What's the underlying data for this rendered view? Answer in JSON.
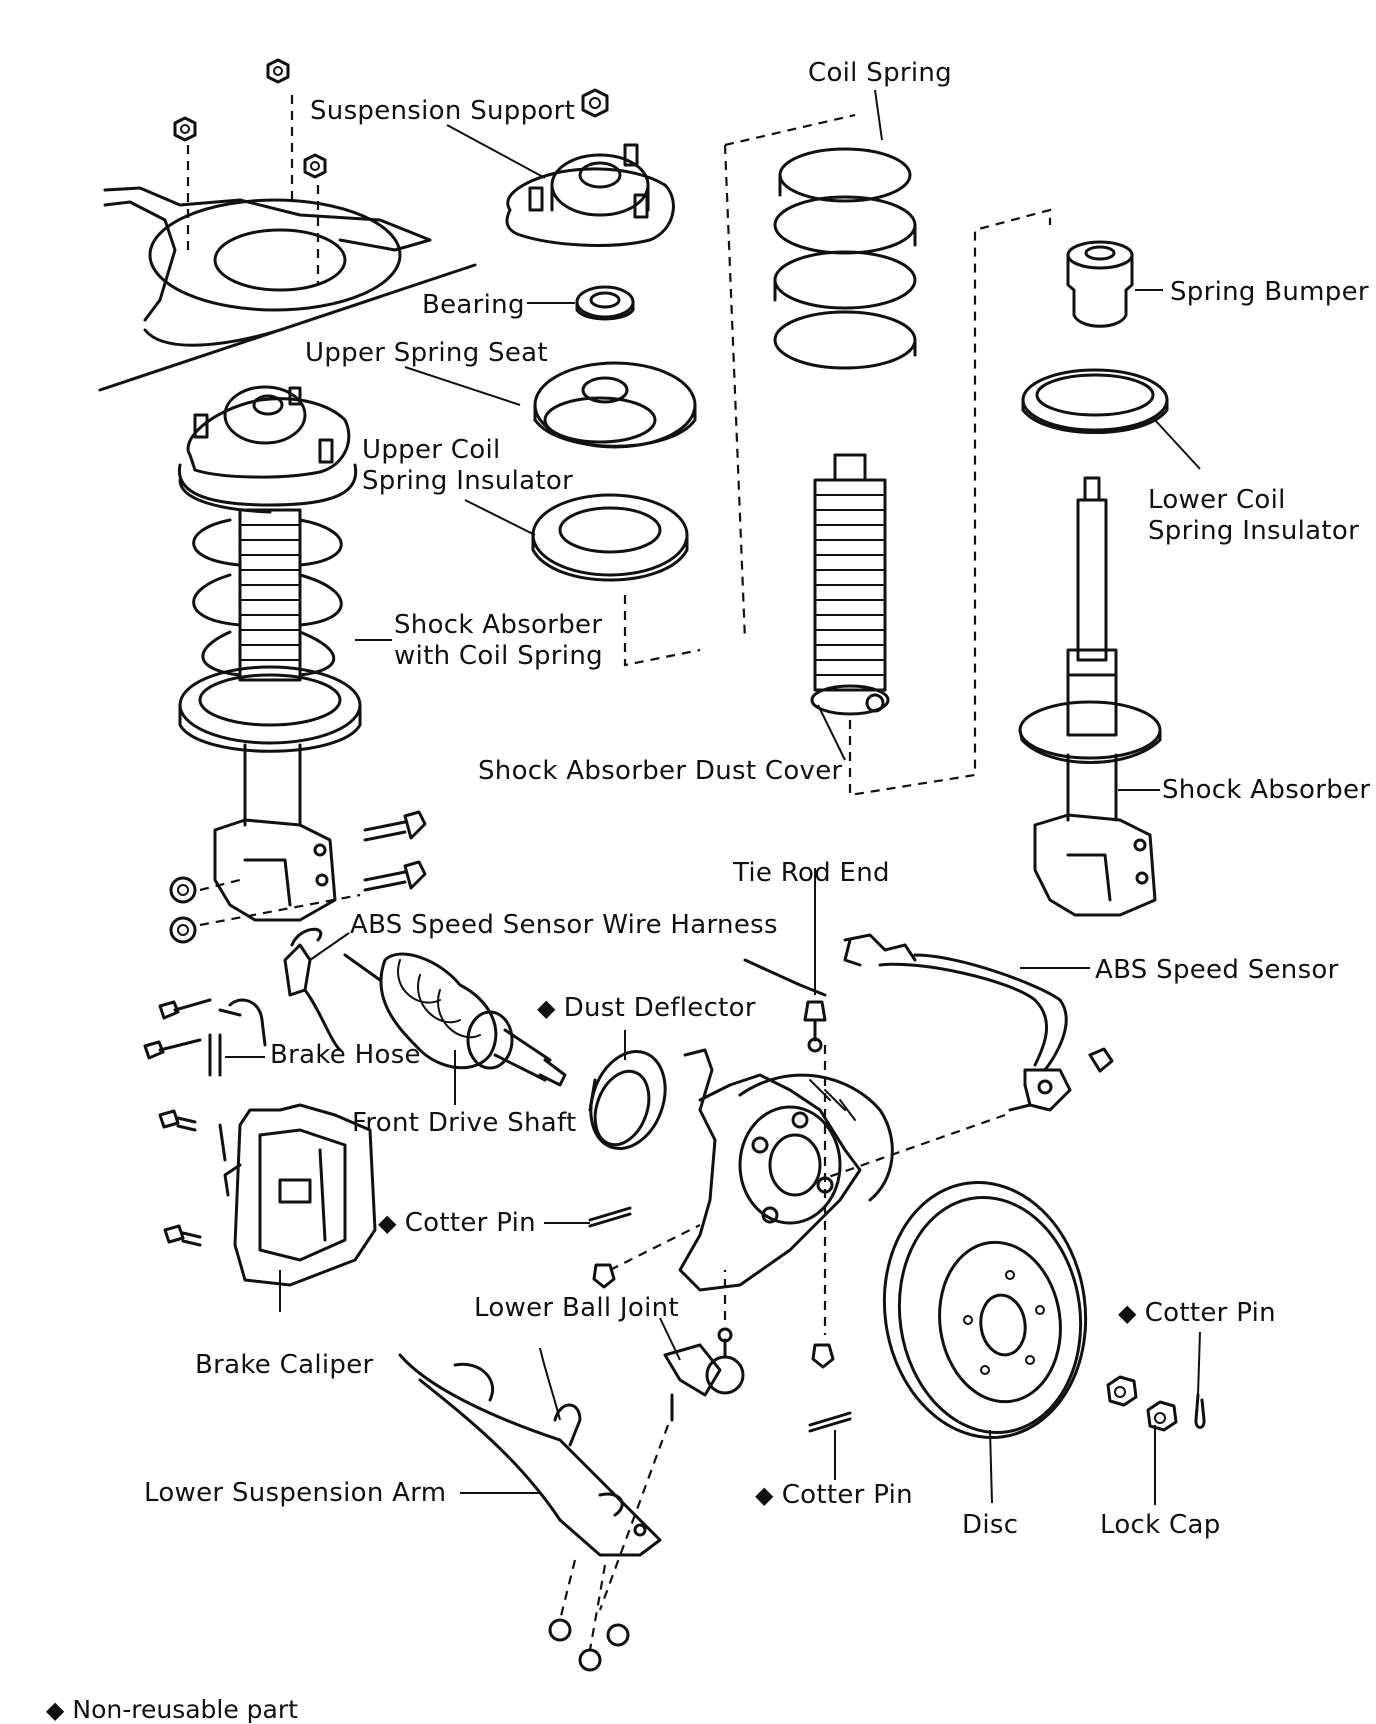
{
  "labels": {
    "coil_spring": "Coil Spring",
    "suspension_support": "Suspension Support",
    "bearing": "Bearing",
    "upper_spring_seat": "Upper Spring Seat",
    "spring_bumper": "Spring Bumper",
    "upper_coil_spring_insulator": "Upper Coil\nSpring Insulator",
    "lower_coil_spring_insulator": "Lower Coil\nSpring Insulator",
    "shock_absorber_with_coil_spring": "Shock Absorber\nwith Coil Spring",
    "shock_absorber_dust_cover": "Shock Absorber Dust Cover",
    "shock_absorber": "Shock Absorber",
    "tie_rod_end": "Tie Rod End",
    "abs_speed_sensor_wire_harness": "ABS Speed Sensor Wire Harness",
    "abs_speed_sensor": "ABS Speed Sensor",
    "dust_deflector": "Dust Deflector",
    "brake_hose": "Brake Hose",
    "front_drive_shaft": "Front Drive Shaft",
    "cotter_pin_knuckle": "Cotter Pin",
    "brake_caliper": "Brake Caliper",
    "lower_ball_joint": "Lower Ball Joint",
    "cotter_pin_right": "Cotter Pin",
    "lower_suspension_arm": "Lower Suspension Arm",
    "cotter_pin_tie_rod": "Cotter Pin",
    "disc": "Disc",
    "lock_cap": "Lock Cap"
  },
  "legend": {
    "symbol": "diamond",
    "text": "Non-reusable part"
  }
}
